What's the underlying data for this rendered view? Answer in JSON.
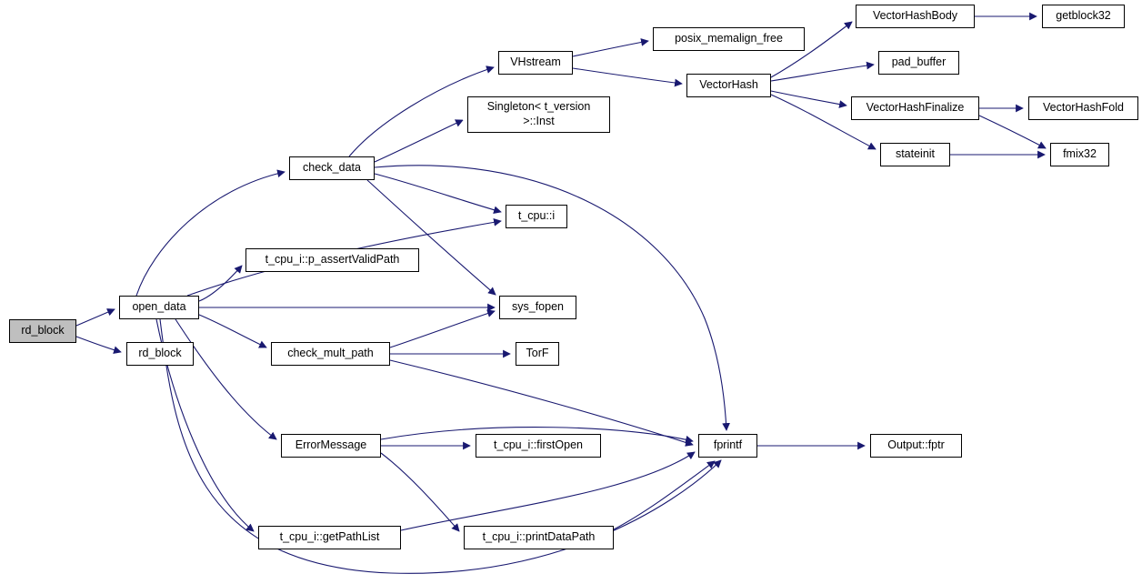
{
  "diagram": {
    "type": "call-graph",
    "background_color": "#ffffff",
    "edge_color": "#191970",
    "node_border_color": "#000000",
    "node_fill_color": "#ffffff",
    "highlighted_node_fill_color": "#bfbfbf",
    "nodes": {
      "rd_block_root": {
        "label": "rd_block",
        "highlighted": true
      },
      "open_data": {
        "label": "open_data"
      },
      "rd_block2": {
        "label": "rd_block"
      },
      "check_data": {
        "label": "check_data"
      },
      "p_assert_valid_path": {
        "label": "t_cpu_i::p_assertValidPath"
      },
      "check_mult_path": {
        "label": "check_mult_path"
      },
      "error_message": {
        "label": "ErrorMessage"
      },
      "get_path_list": {
        "label": "t_cpu_i::getPathList"
      },
      "vhstream": {
        "label": "VHstream"
      },
      "singleton_inst": {
        "label": "Singleton< t_version >::Inst"
      },
      "t_cpu_i": {
        "label": "t_cpu::i"
      },
      "sys_fopen": {
        "label": "sys_fopen"
      },
      "torf": {
        "label": "TorF"
      },
      "first_open": {
        "label": "t_cpu_i::firstOpen"
      },
      "print_data_path": {
        "label": "t_cpu_i::printDataPath"
      },
      "posix_memalign_free": {
        "label": "posix_memalign_free"
      },
      "vector_hash": {
        "label": "VectorHash"
      },
      "fprintf": {
        "label": "fprintf"
      },
      "vector_hash_body": {
        "label": "VectorHashBody"
      },
      "pad_buffer": {
        "label": "pad_buffer"
      },
      "vector_hash_finalize": {
        "label": "VectorHashFinalize"
      },
      "stateinit": {
        "label": "stateinit"
      },
      "getblock32": {
        "label": "getblock32"
      },
      "vector_hash_fold": {
        "label": "VectorHashFold"
      },
      "fmix32": {
        "label": "fmix32"
      },
      "output_fptr": {
        "label": "Output::fptr"
      }
    },
    "edges": [
      {
        "from": "rd_block_root",
        "to": "open_data"
      },
      {
        "from": "rd_block_root",
        "to": "rd_block2"
      },
      {
        "from": "open_data",
        "to": "check_data"
      },
      {
        "from": "open_data",
        "to": "p_assert_valid_path"
      },
      {
        "from": "open_data",
        "to": "check_mult_path"
      },
      {
        "from": "open_data",
        "to": "error_message"
      },
      {
        "from": "open_data",
        "to": "get_path_list"
      },
      {
        "from": "open_data",
        "to": "sys_fopen"
      },
      {
        "from": "open_data",
        "to": "t_cpu_i"
      },
      {
        "from": "open_data",
        "to": "fprintf"
      },
      {
        "from": "check_data",
        "to": "vhstream"
      },
      {
        "from": "check_data",
        "to": "singleton_inst"
      },
      {
        "from": "check_data",
        "to": "t_cpu_i"
      },
      {
        "from": "check_data",
        "to": "sys_fopen"
      },
      {
        "from": "check_data",
        "to": "fprintf"
      },
      {
        "from": "vhstream",
        "to": "posix_memalign_free"
      },
      {
        "from": "vhstream",
        "to": "vector_hash"
      },
      {
        "from": "vector_hash",
        "to": "vector_hash_body"
      },
      {
        "from": "vector_hash",
        "to": "pad_buffer"
      },
      {
        "from": "vector_hash",
        "to": "vector_hash_finalize"
      },
      {
        "from": "vector_hash",
        "to": "stateinit"
      },
      {
        "from": "vector_hash_body",
        "to": "getblock32"
      },
      {
        "from": "vector_hash_finalize",
        "to": "vector_hash_fold"
      },
      {
        "from": "vector_hash_finalize",
        "to": "fmix32"
      },
      {
        "from": "stateinit",
        "to": "fmix32"
      },
      {
        "from": "check_mult_path",
        "to": "sys_fopen"
      },
      {
        "from": "check_mult_path",
        "to": "torf"
      },
      {
        "from": "check_mult_path",
        "to": "fprintf"
      },
      {
        "from": "error_message",
        "to": "first_open"
      },
      {
        "from": "error_message",
        "to": "fprintf"
      },
      {
        "from": "error_message",
        "to": "print_data_path"
      },
      {
        "from": "print_data_path",
        "to": "fprintf"
      },
      {
        "from": "get_path_list",
        "to": "fprintf"
      },
      {
        "from": "fprintf",
        "to": "output_fptr"
      }
    ]
  }
}
